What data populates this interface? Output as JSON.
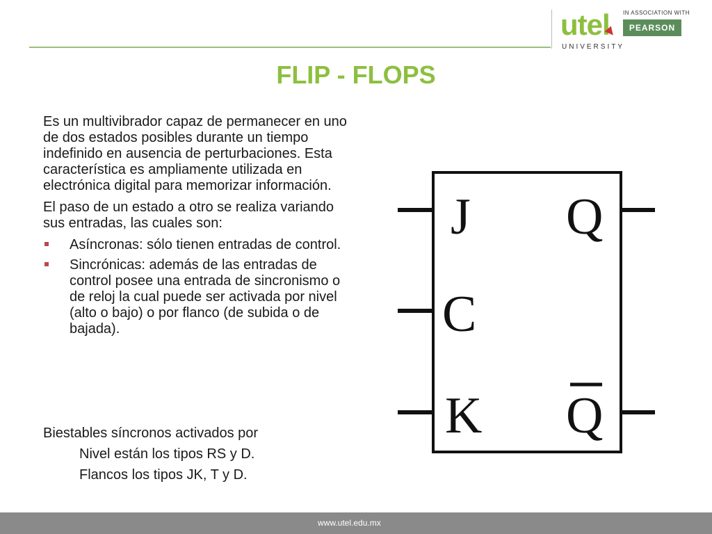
{
  "header": {
    "logo_text": "utel",
    "university": "UNIVERSITY",
    "association": "IN ASSOCIATION WITH",
    "partner": "PEARSON"
  },
  "slide": {
    "title": "FLIP - FLOPS",
    "paragraph1": "Es un multivibrador capaz de permanecer en uno de dos estados posibles durante un tiempo indefinido en ausencia de perturbaciones. Esta característica es ampliamente utilizada en electrónica digital para memorizar información.",
    "paragraph2": "El paso de un estado a otro se realiza variando sus entradas, las cuales son:",
    "bullets": [
      "Asíncronas: sólo tienen entradas de control.",
      "Sincrónicas: además de las entradas de control posee una entrada de sincronismo o de reloj la cual puede ser activada por nivel (alto o bajo) o por flanco (de subida o de bajada)."
    ],
    "summary": "Biestables síncronos activados por",
    "line_nivel": "Nivel están los tipos RS y D.",
    "line_flancos": "Flancos los tipos JK, T y D."
  },
  "diagram": {
    "label_j": "J",
    "label_c": "C",
    "label_k": "K",
    "label_q": "Q",
    "label_qbar": "Q"
  },
  "footer": {
    "url": "www.utel.edu.mx"
  },
  "colors": {
    "accent_green": "#8dbf3f",
    "pearson_green": "#5b8d5b",
    "bullet_red": "#b64b4b",
    "footer_gray": "#8a8a8a"
  }
}
